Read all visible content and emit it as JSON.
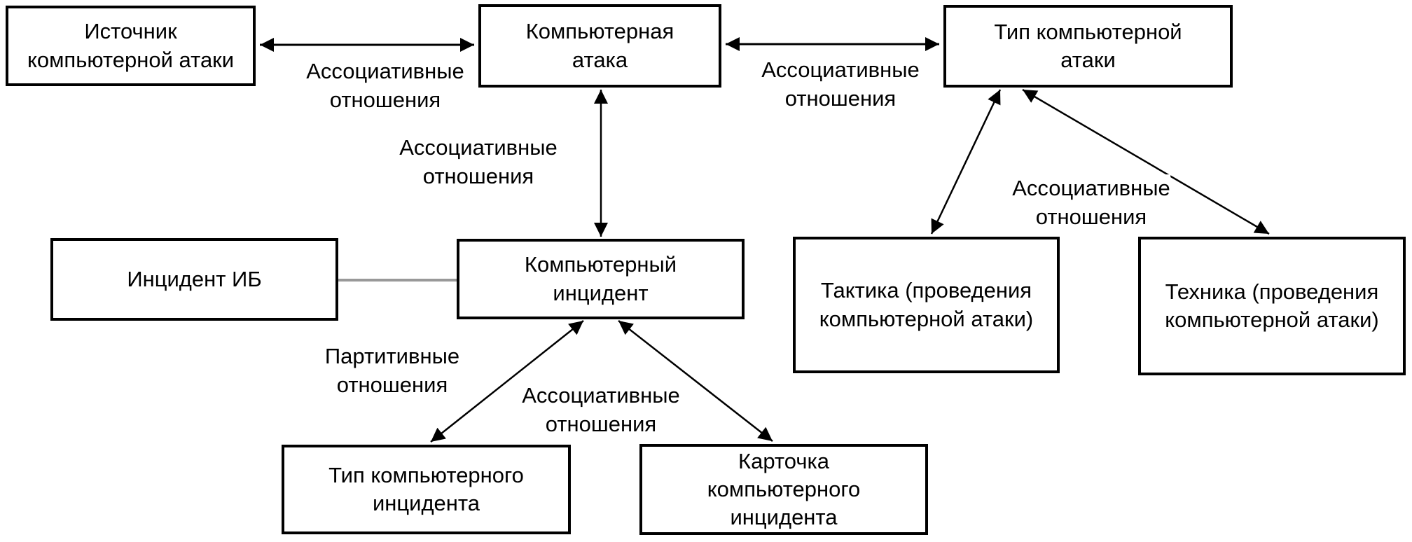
{
  "diagram": {
    "language": "ru",
    "type": "concept-relations-diagram"
  },
  "nodes": {
    "source": {
      "label": "Источник\nкомпьютерной атаки"
    },
    "attack": {
      "label": "Компьютерная\nатака"
    },
    "attack_type": {
      "label": "Тип компьютерной\nатаки"
    },
    "incident_ib": {
      "label": "Инцидент ИБ"
    },
    "computer_incident": {
      "label": "Компьютерный\nинцидент"
    },
    "tactics": {
      "label": "Тактика (проведения\nкомпьютерной атаки)"
    },
    "technique": {
      "label": "Техника (проведения\nкомпьютерной атаки)"
    },
    "incident_type": {
      "label": "Тип компьютерного\nинцидента"
    },
    "incident_card": {
      "label": "Карточка\nкомпьютерного\nинцидента"
    }
  },
  "edge_labels": {
    "assoc_source_attack": "Ассоциативные\nотношения",
    "assoc_attack_attacktype": "Ассоциативные\nотношения",
    "assoc_attack_incident": "Ассоциативные\nотношения",
    "partitive_relations": "Партитивные\nотношения",
    "assoc_incident_children": "Ассоциативные\nотношения",
    "assoc_attacktype_children": "Ассоциативные\nотношения"
  },
  "colors": {
    "edge": "#000000",
    "plain_link": "#999999",
    "box_border": "#000000",
    "background": "#ffffff",
    "text": "#000000"
  }
}
